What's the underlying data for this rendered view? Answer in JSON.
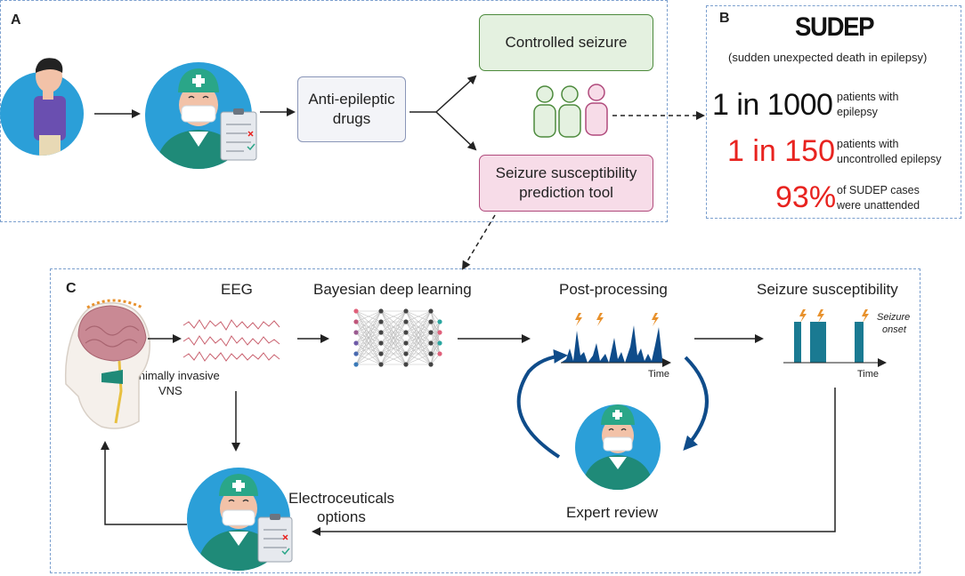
{
  "panel_a": {
    "letter": "A",
    "drugs_box": "Anti-epileptic drugs",
    "controlled_box": "Controlled seizure",
    "prediction_box": "Seizure susceptibility prediction tool"
  },
  "panel_b": {
    "letter": "B",
    "title": "SUDEP",
    "subtitle": "(sudden unexpected death in epilepsy)",
    "stats": [
      {
        "value": "1 in 1000",
        "desc_line1": "patients with",
        "desc_line2": "epilepsy",
        "color": "#111111"
      },
      {
        "value": "1 in 150",
        "desc_line1": "patients with",
        "desc_line2": "uncontrolled epilepsy",
        "color": "#e8231f"
      },
      {
        "value": "93%",
        "desc_line1": "of SUDEP cases",
        "desc_line2": "were unattended",
        "color": "#e8231f"
      }
    ]
  },
  "panel_c": {
    "letter": "C",
    "eeg": "EEG",
    "bayesian": "Bayesian deep learning",
    "post": "Post-processing",
    "susceptibility": "Seizure susceptibility",
    "vns_line1": "Minimally invasive",
    "vns_line2": "VNS",
    "electro_line1": "Electroceuticals",
    "electro_line2": "options",
    "expert": "Expert review",
    "time1": "Time",
    "time2": "Time",
    "seizure_line1": "Seizure",
    "seizure_line2": "onset"
  },
  "colors": {
    "dashed_border": "#7b9fce",
    "green_box_bg": "#e4f1e0",
    "green_box_border": "#4c8a3c",
    "pink_box_bg": "#f7dce8",
    "pink_box_border": "#b04a7c",
    "grey_box_bg": "#f3f4f8",
    "grey_box_border": "#8a96b8",
    "doctor_circle": "#2b9fd8",
    "signal_blue": "#0f4c8a",
    "eeg_red": "#c9606e",
    "red_stat": "#e8231f"
  },
  "icons": [
    "person-icon",
    "doctor-icon",
    "patients-group-icon",
    "brain-head-icon",
    "neural-network-icon",
    "lightning-icon"
  ]
}
